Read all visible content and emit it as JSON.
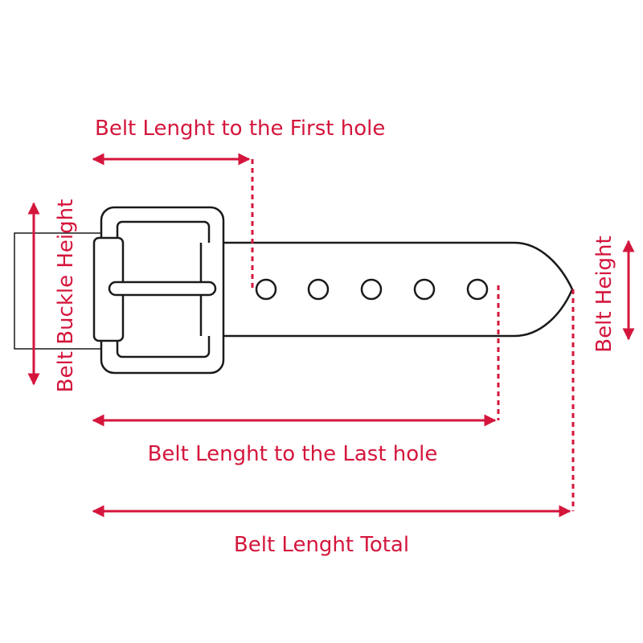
{
  "labels": {
    "first_hole": "Belt Lenght to the First hole",
    "last_hole": "Belt Lenght to the Last hole",
    "total": "Belt Lenght Total",
    "buckle_height": "Belt Buckle Height",
    "belt_height": "Belt Height"
  },
  "belt": {
    "hole_count": 5
  },
  "colors": {
    "accent": "#d4163c",
    "outline": "#1a1a1a",
    "background": "#ffffff"
  }
}
